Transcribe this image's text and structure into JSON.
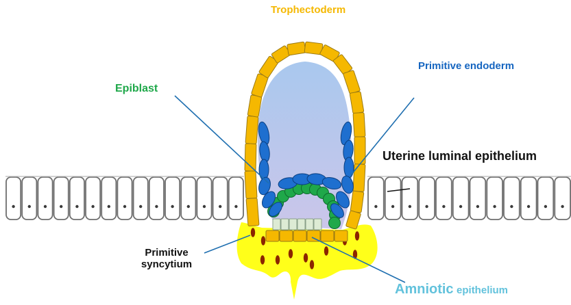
{
  "labels": {
    "trophectoderm": "Trophectoderm",
    "primitive_endoderm": "Primitive endoderm",
    "epiblast": "Epiblast",
    "uterine_luminal_epithelium": "Uterine luminal epithelium",
    "primitive_syncytium_line1": "Primitive",
    "primitive_syncytium_line2": "syncytium",
    "amniotic_word": "Amniotic",
    "epithelium_word": "epithelium"
  },
  "colors": {
    "trophectoderm": "#F5B800",
    "trophectoderm_stroke": "#9A7A14",
    "primitive_endoderm": "#1565C0",
    "primitive_endoderm_cell": "#1E6FCF",
    "epiblast": "#1FA84A",
    "epiblast_cell": "#1FA84A",
    "amniotic": "#62C2DC",
    "amniotic_cell": "#DDEBD4",
    "syncytium": "#FFFF1A",
    "nucleus": "#8B2500",
    "cavity_top": "#A9C8EE",
    "cavity_bottom": "#CBC6EA",
    "uterine_line": "#6E6E6E",
    "text_dark": "#111111",
    "pointer_line": "#1F6FB0"
  },
  "icons": [
    "uterine-cell-icon",
    "trophectoderm-cell-icon",
    "endoderm-cell-icon",
    "epiblast-cell-icon",
    "nucleus-icon"
  ]
}
